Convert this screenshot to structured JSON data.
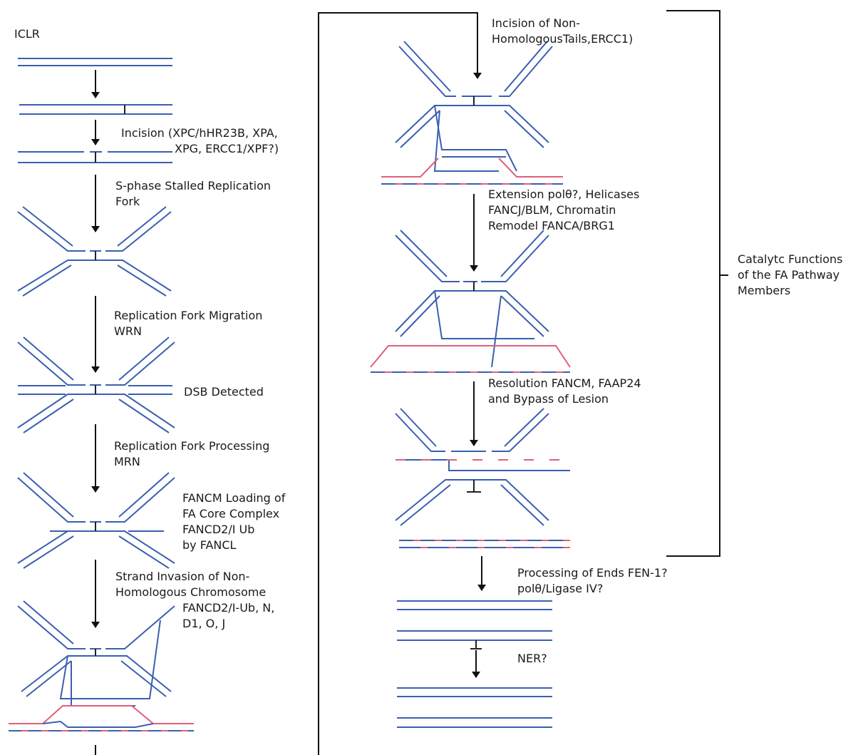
{
  "colors": {
    "strand": "#3a5fb0",
    "strand_alt": "#e0607a",
    "arrow": "#111111",
    "text": "#1a1a1a"
  },
  "labels": {
    "iclr": "ICLR",
    "incision_1": "Incision (XPC/hHR23B, XPA,",
    "incision_2": "XPG, ERCC1/XPF?)",
    "stalled_1": "S-phase Stalled Replication",
    "stalled_2": "Fork",
    "migration_1": "Replication Fork Migration",
    "migration_2": "WRN",
    "dsb": "DSB Detected",
    "processing_1": "Replication Fork Processing",
    "processing_2": "MRN",
    "loading_1": "FANCM Loading of",
    "loading_2": "FA Core Complex",
    "loading_3": "FANCD2/I Ub",
    "loading_4": "by FANCL",
    "invasion_1": "Strand Invasion of Non-",
    "invasion_2": "Homologous Chromosome",
    "invasion_3": "FANCD2/I-Ub, N,",
    "invasion_4": "D1, O, J",
    "tails_1": "Incision of Non-",
    "tails_2": "HomologousTails,ERCC1)",
    "extension_1": "Extension polθ?, Helicases",
    "extension_2": "FANCJ/BLM, Chromatin",
    "extension_3": "Remodel FANCA/BRG1",
    "resolution_1": "Resolution FANCM, FAAP24",
    "resolution_2": "and Bypass of Lesion",
    "ends_1": "Processing of Ends FEN-1?",
    "ends_2": "polθ/Ligase IV?",
    "ner": "NER?",
    "catalytic_1": "Catalytc Functions",
    "catalytic_2": "of the FA Pathway",
    "catalytic_3": "Members"
  }
}
